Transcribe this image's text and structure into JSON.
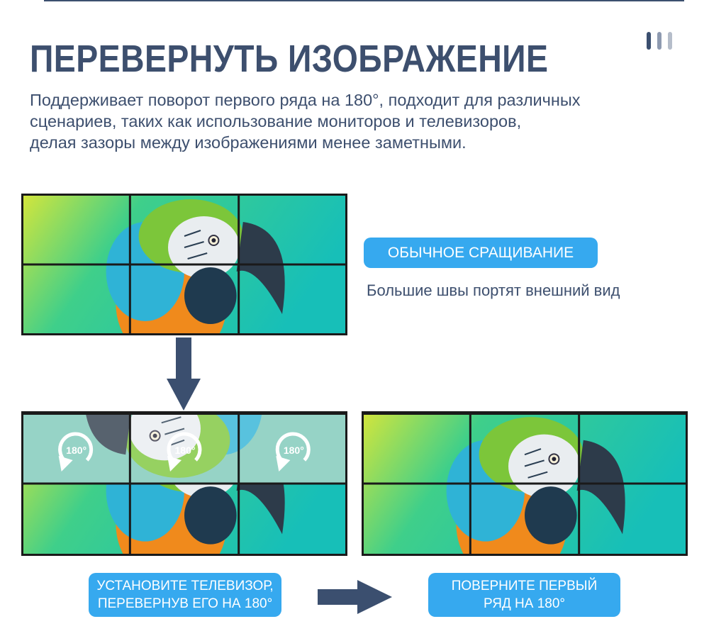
{
  "header": {
    "title": "ПЕРЕВЕРНУТЬ ИЗОБРАЖЕНИЕ",
    "description_lines": [
      "Поддерживает поворот первого ряда на 180°, подходит для различных",
      "сценариев, таких как использование мониторов и телевизоров,",
      "делая зазоры между изображениями менее заметными."
    ]
  },
  "normal_splicing": {
    "badge": "ОБЫЧНОЕ СРАЩИВАНИЕ",
    "caption": "Большие швы портят внешний вид"
  },
  "step_install": {
    "label_lines": [
      "УСТАНОВИТЕ ТЕЛЕВИЗОР,",
      "ПЕРЕВЕРНУВ ЕГО НА 180°"
    ]
  },
  "step_rotate": {
    "label_lines": [
      "ПОВЕРНИТЕ ПЕРВЫЙ",
      "РЯД НА 180°"
    ]
  },
  "rotate_icon_text": "180°",
  "colors": {
    "primary": "#3d4f6e",
    "accent": "#36a9ef",
    "bezel": "#1a1a1a"
  }
}
